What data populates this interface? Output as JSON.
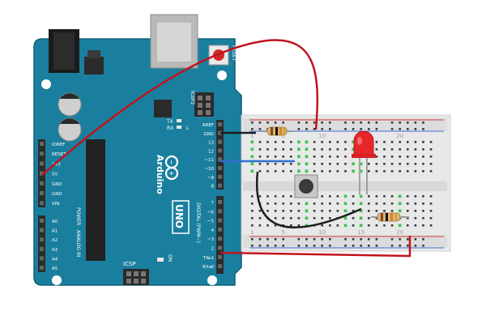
{
  "board": {
    "name": "Arduino",
    "model": "UNO",
    "reset_label": "RESET",
    "icsp2_label": "ICSP2",
    "icsp_label": "ICSP",
    "on_label": "ON",
    "tx_label": "TX",
    "rx_label": "RX",
    "l_label": "L",
    "power_label": "POWER",
    "analog_label": "ANALOG IN",
    "digital_label": "DIGITAL (PWM~)",
    "power_pins": [
      "IOREF",
      "RESET",
      "3V3",
      "5V",
      "GND",
      "GND",
      "VIN"
    ],
    "analog_pins": [
      "A0",
      "A1",
      "A2",
      "A3",
      "A4",
      "A5"
    ],
    "top_pins": [
      "AREF",
      "GND",
      "13",
      "12",
      "~11",
      "~10",
      "~9",
      "8"
    ],
    "bottom_pins": [
      "7",
      "~6",
      "~5",
      "4",
      "~3",
      "2",
      "TX▸1",
      "RX◂0"
    ],
    "colors": {
      "pcb": "#1a7f9e",
      "pcb_dark": "#0f5f78",
      "header": "#2b2b2b"
    }
  },
  "breadboard": {
    "column_numbers": [
      "1",
      "5",
      "10",
      "15",
      "20"
    ],
    "colors": {
      "body": "#e8e8e8",
      "rail_red": "#d43c3c",
      "rail_blue": "#3c6fd4"
    }
  },
  "components": {
    "led_color": "#e8262a",
    "button_color": "#3a3a3a",
    "resistor_body": "#d9b77a"
  },
  "wires": {
    "red": "#c0141c",
    "black": "#1e1e1e",
    "blue": "#2f6fd0"
  }
}
